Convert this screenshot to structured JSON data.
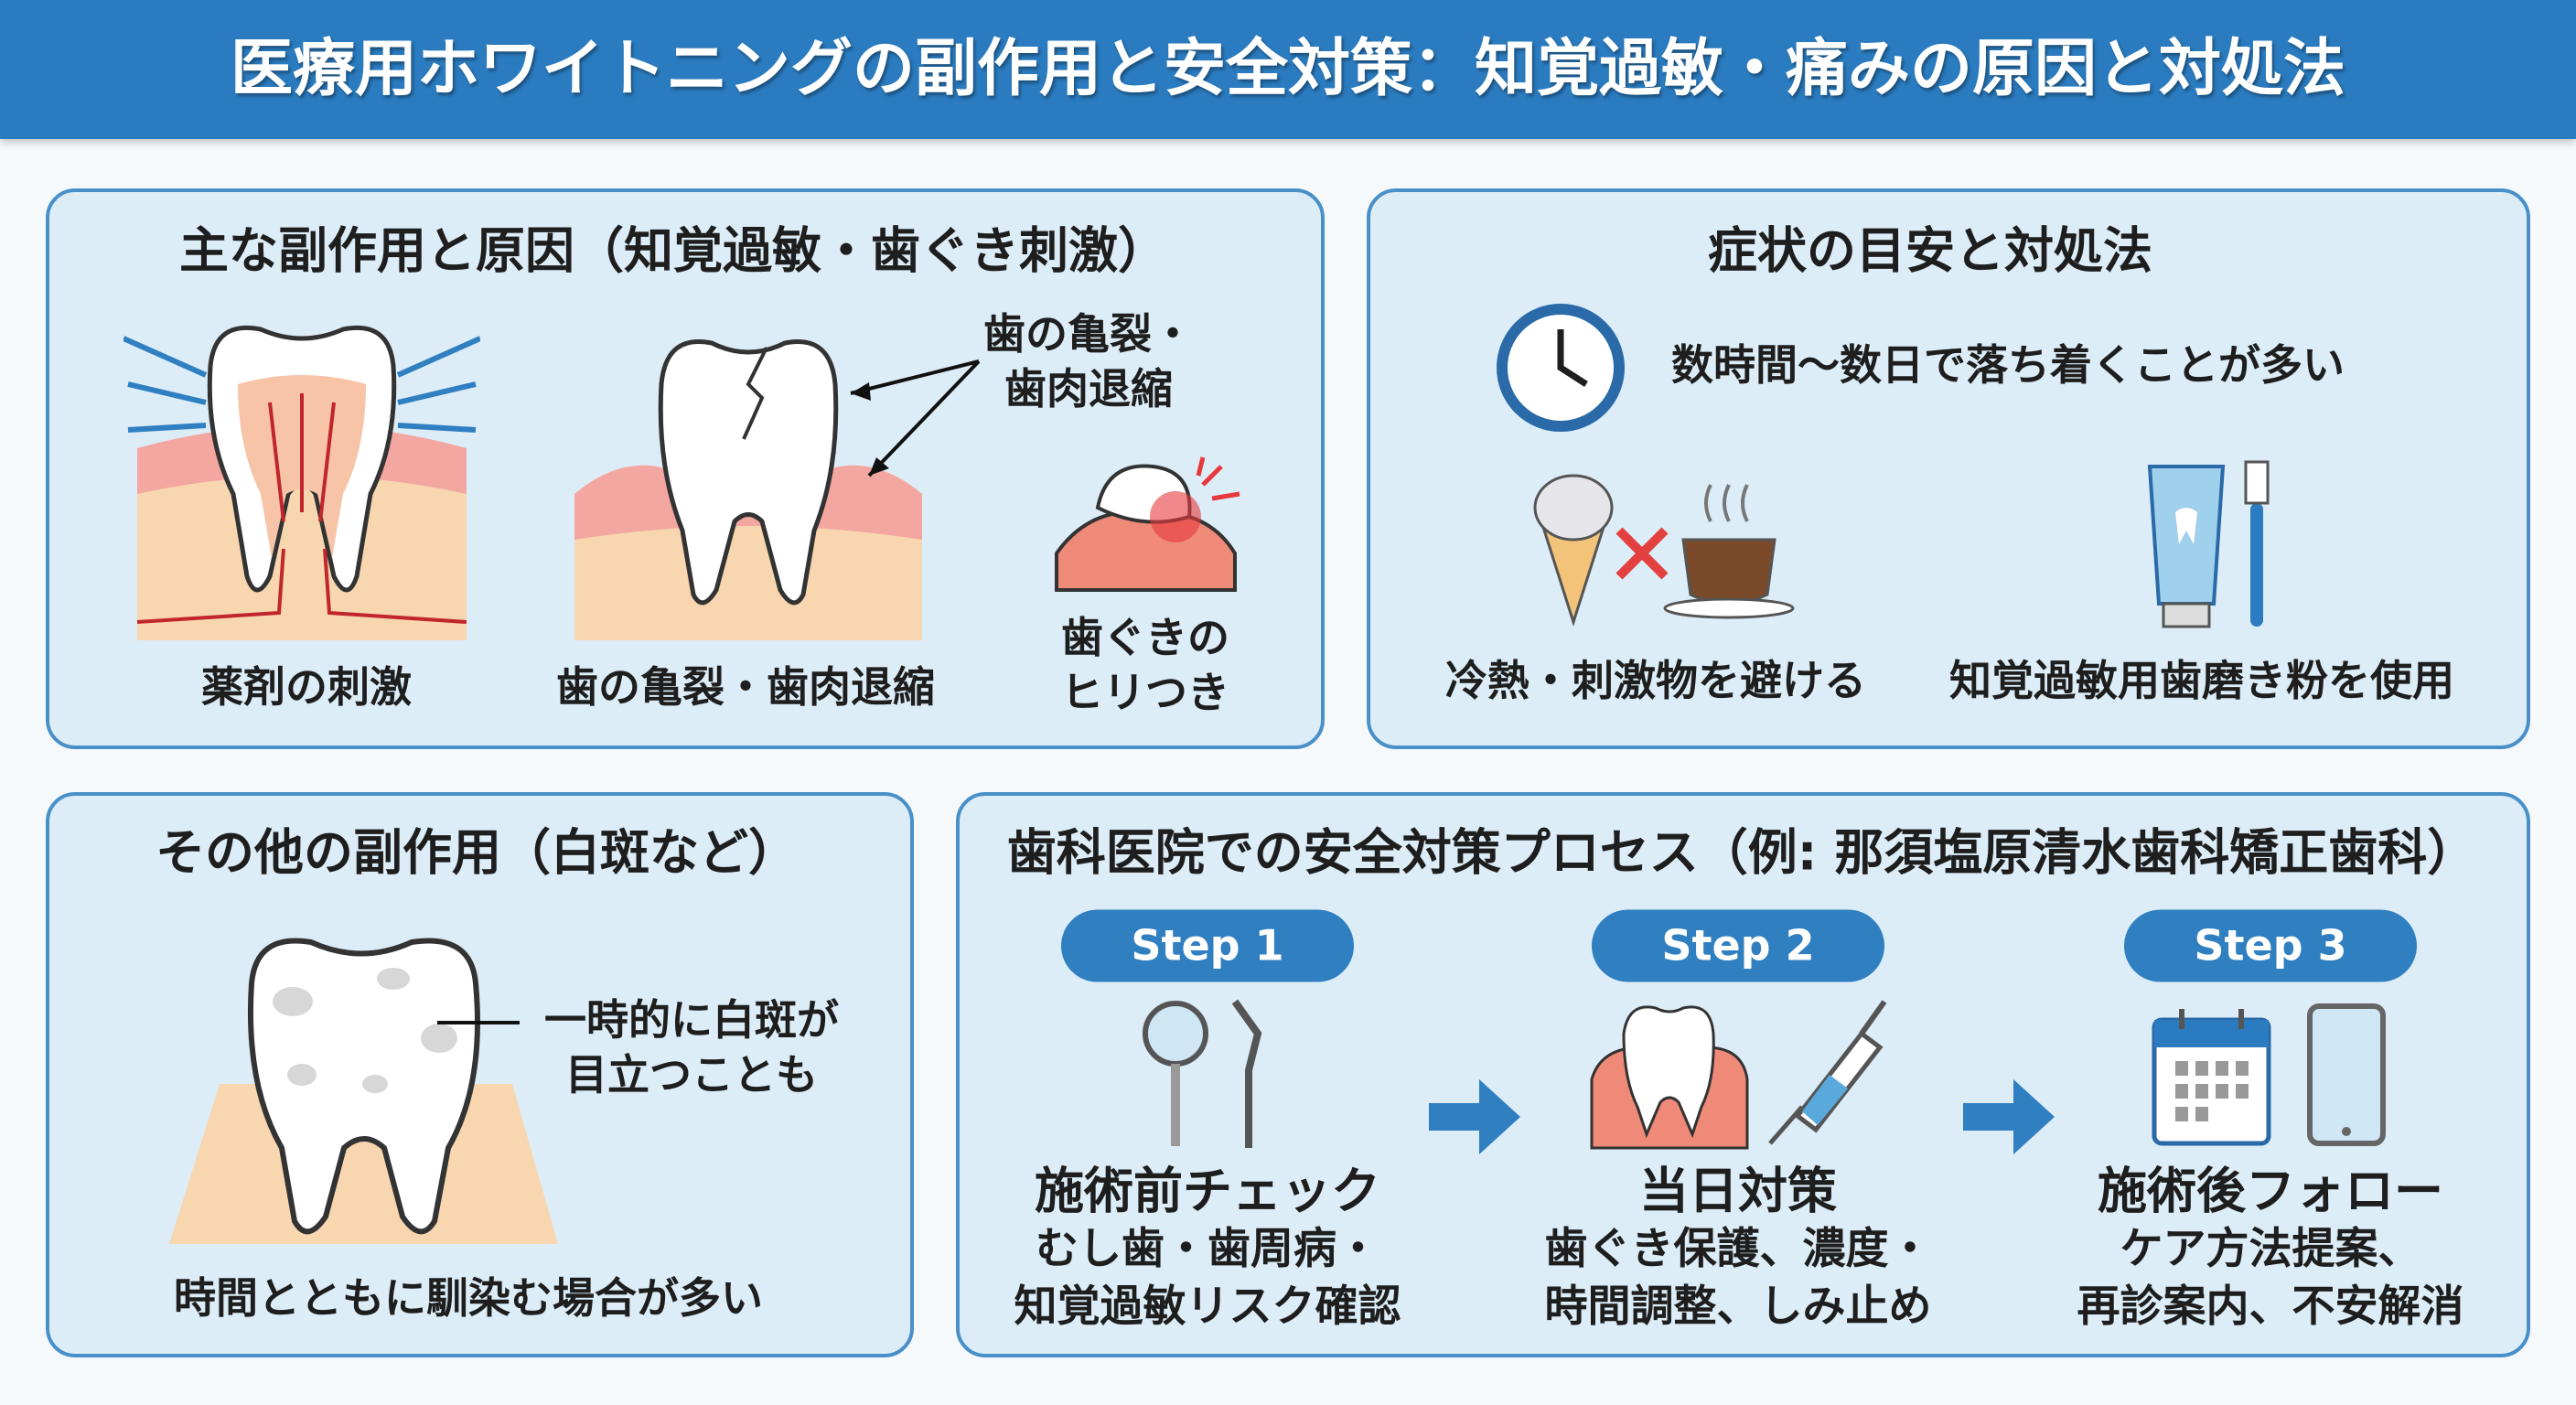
{
  "title": "医療用ホワイトニングの副作用と安全対策：知覚過敏・痛みの原因と対処法",
  "panel_causes": {
    "title": "主な副作用と原因（知覚過敏・歯ぐき刺激）",
    "items": [
      {
        "label": "薬剤の刺激"
      },
      {
        "label": "歯の亀裂・歯肉退縮"
      },
      {
        "label_lines": [
          "歯ぐきの",
          "ヒリつき"
        ]
      }
    ],
    "callout_lines": [
      "歯の亀裂・",
      "歯肉退縮"
    ]
  },
  "panel_symptoms": {
    "title": "症状の目安と対処法",
    "duration": "数時間〜数日で落ち着くことが多い",
    "tips": [
      "冷熱・刺激物を避ける",
      "知覚過敏用歯磨き粉を使用"
    ]
  },
  "panel_other": {
    "title": "その他の副作用（白斑など）",
    "callout_lines": [
      "一時的に白斑が",
      "目立つことも"
    ],
    "footer": "時間とともに馴染む場合が多い"
  },
  "panel_process": {
    "title": "歯科医院での安全対策プロセス（例: 那須塩原清水歯科矯正歯科）",
    "steps": [
      {
        "badge": "Step 1",
        "title": "施術前チェック",
        "lines": [
          "むし歯・歯周病・",
          "知覚過敏リスク確認"
        ]
      },
      {
        "badge": "Step 2",
        "title": "当日対策",
        "lines": [
          "歯ぐき保護、濃度・",
          "時間調整、しみ止め"
        ]
      },
      {
        "badge": "Step 3",
        "title": "施術後フォロー",
        "lines": [
          "ケア方法提案、",
          "再診案内、不安解消"
        ]
      }
    ]
  },
  "colors": {
    "header": "#2a7bbf",
    "panel": "#dcedf8",
    "border": "#4a90c8",
    "gum": "#f08a78"
  }
}
